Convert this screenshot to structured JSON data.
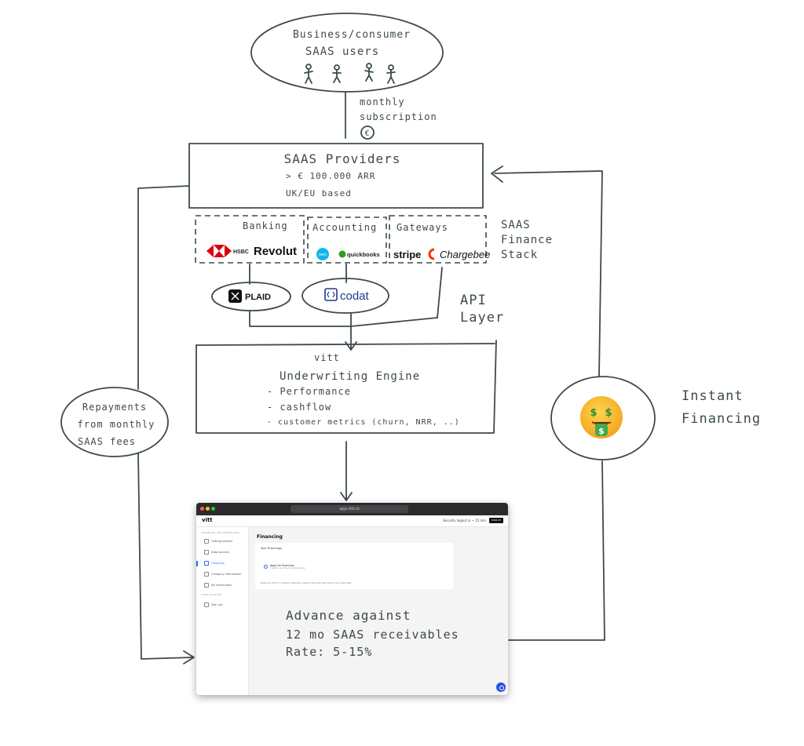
{
  "users": {
    "line1": "Business/consumer",
    "line2": "SAAS users"
  },
  "subscription": {
    "line1": "monthly",
    "line2": "subscription",
    "currency_symbol": "€"
  },
  "providers": {
    "title": "SAAS Providers",
    "arr": "> € 100.000 ARR",
    "location": "UK/EU based"
  },
  "finance_stack": {
    "label_line1": "SAAS",
    "label_line2": "Finance",
    "label_line3": "Stack",
    "groups": [
      {
        "title": "Banking",
        "logos": [
          "HSBC",
          "Revolut"
        ]
      },
      {
        "title": "Accounting",
        "logos": [
          "xero",
          "quickbooks"
        ]
      },
      {
        "title": "Gateways",
        "logos": [
          "stripe",
          "Chargebee"
        ]
      }
    ]
  },
  "api_layer": {
    "label_line1": "API",
    "label_line2": "Layer",
    "providers": [
      "PLAID",
      "codat"
    ]
  },
  "engine": {
    "brand": "vitt",
    "title": "Underwriting Engine",
    "items": [
      "- Performance",
      "- cashflow",
      "- customer metrics (churn, NRR, ..)"
    ]
  },
  "repayments": {
    "line1": "Repayments",
    "line2": "from monthly",
    "line3": "SAAS fees"
  },
  "instant": {
    "line1": "Instant",
    "line2": "Financing",
    "emoji": "money-mouth-face"
  },
  "advance": {
    "line1": "Advance against",
    "line2": "12 mo SAAS receivables",
    "line3": "Rate: 5-15%"
  },
  "app": {
    "url": "app.vitt.io",
    "logo": "vitt",
    "security_note": "Security logout in ~ 15 min",
    "signup_label": "SIGN UP",
    "sidebar_header": "FINANCING AND OPERATIONS",
    "sidebar_items": [
      "Getting started",
      "Data sources",
      "Financing",
      "Company information",
      "My information"
    ],
    "user_header": "USER ACCOUNT",
    "signout": "Sign out",
    "page_title": "Financing",
    "card_title": "Your Financings",
    "apply_title": "Apply for financing",
    "apply_sub": "Create a new financing application",
    "footer_note": "Read our FAQ or contact customer support through the chat if you need help."
  },
  "colors": {
    "ink": "#3d4a4f",
    "hsbc": "#db0011",
    "xero": "#13b5ea",
    "quickbooks": "#2ca01c",
    "chargebee": "#ff3300",
    "codat": "#1d3a8f",
    "accent": "#2a6cf6"
  }
}
